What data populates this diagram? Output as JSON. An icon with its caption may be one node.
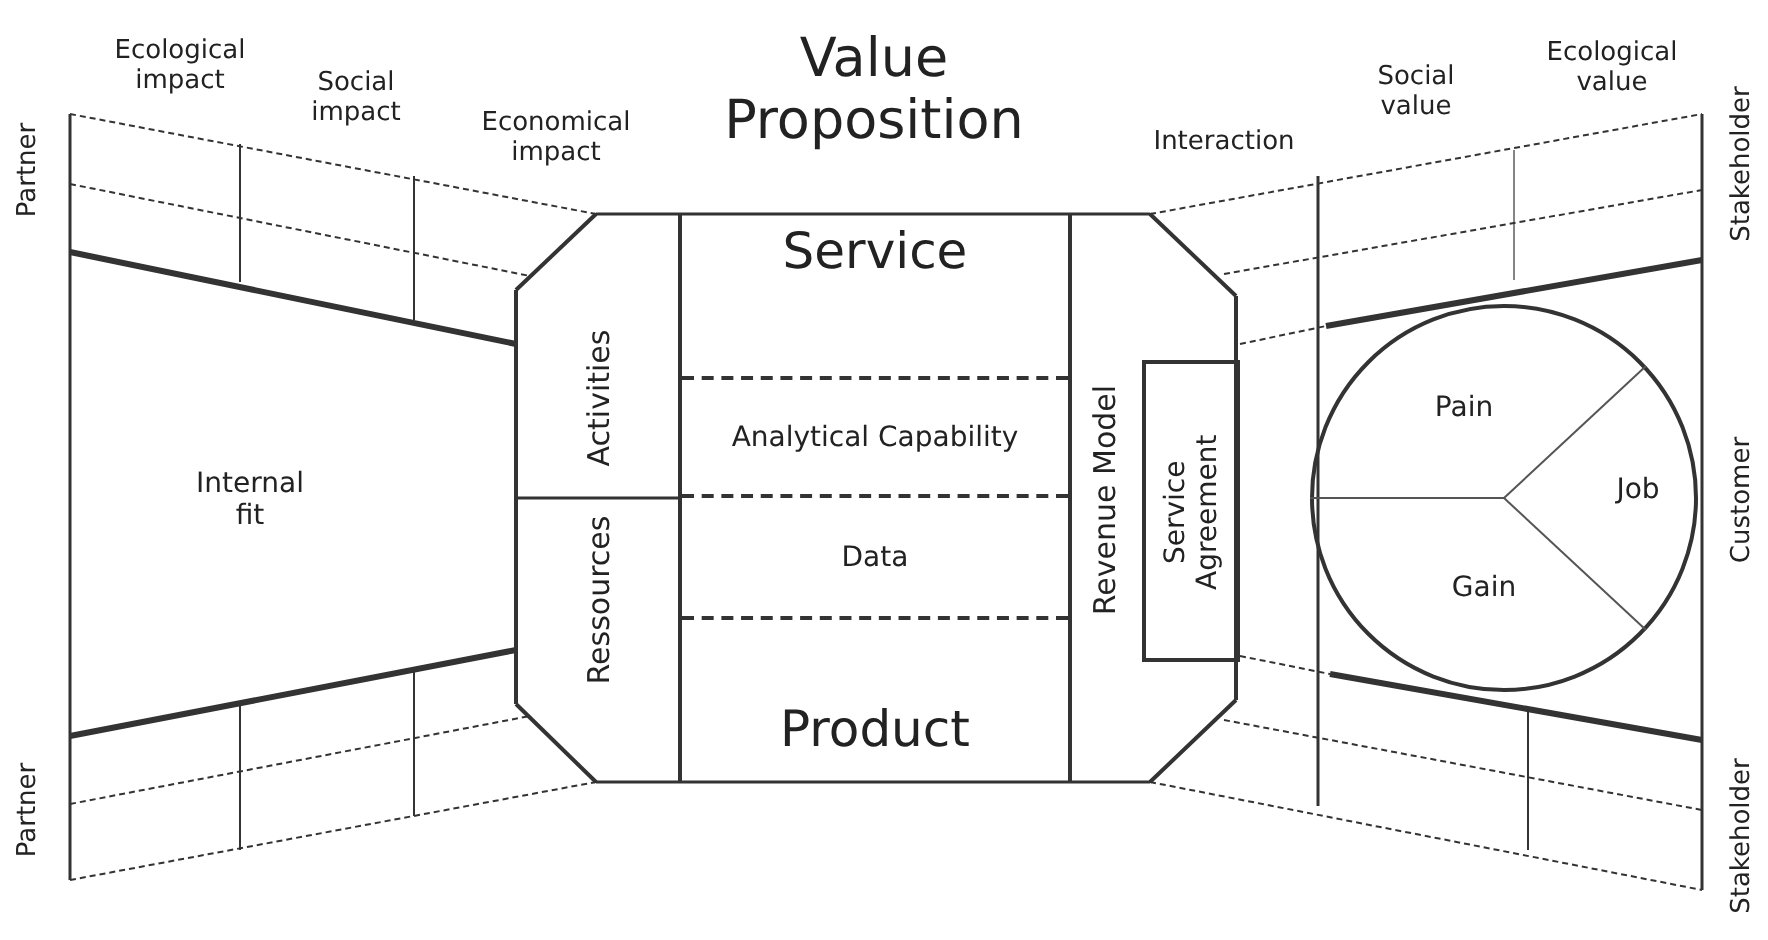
{
  "diagram": {
    "title": "Value Proposition",
    "nodes": [
      {
        "text": [
          "Internal fit"
        ]
      },
      {
        "text": [
          "Activities"
        ]
      },
      {
        "text": [
          "Ressources"
        ]
      },
      {
        "text": [
          "Service",
          "Product"
        ]
      },
      {
        "text": [
          "Analytical Capability"
        ],
        "in": 3
      },
      {
        "text": [
          "Data"
        ],
        "in": 3
      },
      {
        "text": [
          "Revenue Model"
        ]
      },
      {
        "text": [
          "Service Agreement"
        ]
      },
      {
        "text": [],
        "shape": "circle"
      },
      {
        "text": [
          "Pain"
        ],
        "in": 8
      },
      {
        "text": [
          "Job"
        ],
        "in": 8
      },
      {
        "text": [
          "Gain"
        ],
        "in": 8
      }
    ],
    "edges": [],
    "labels": [
      "Ecological impact",
      "Social impact",
      "Economical impact",
      "Social value",
      "Ecological value",
      "Interaction",
      "Partner",
      "Stakeholder",
      "Customer",
      "Partner",
      "Stakeholder"
    ]
  }
}
